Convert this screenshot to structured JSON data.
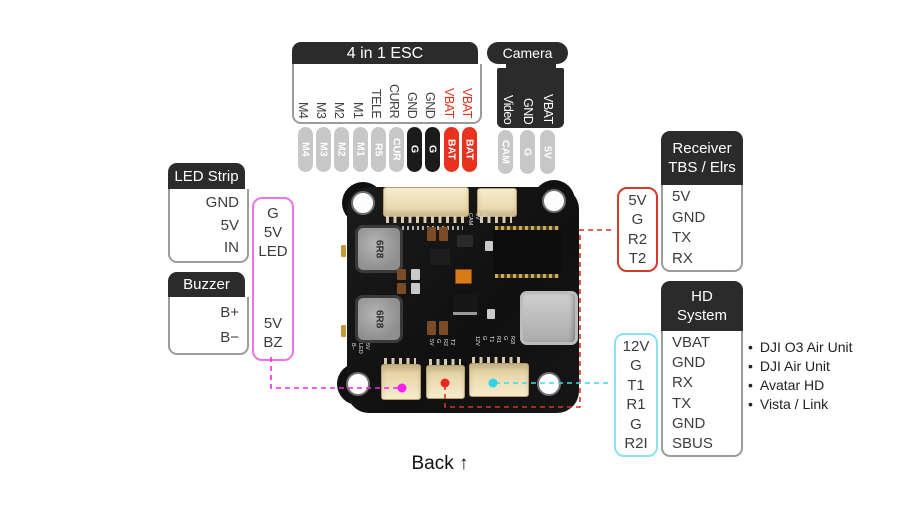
{
  "esc": {
    "title": "4 in 1 ESC",
    "pins": [
      {
        "label": "M4",
        "pad": "M4",
        "type": "gray"
      },
      {
        "label": "M3",
        "pad": "M3",
        "type": "gray"
      },
      {
        "label": "M2",
        "pad": "M2",
        "type": "gray"
      },
      {
        "label": "M1",
        "pad": "M1",
        "type": "gray"
      },
      {
        "label": "TELE",
        "pad": "R5",
        "type": "gray"
      },
      {
        "label": "CURR",
        "pad": "CUR",
        "type": "gray"
      },
      {
        "label": "GND",
        "pad": "G",
        "type": "black"
      },
      {
        "label": "GND",
        "pad": "G",
        "type": "black"
      },
      {
        "label": "VBAT",
        "pad": "BAT",
        "type": "red"
      },
      {
        "label": "VBAT",
        "pad": "BAT",
        "type": "red"
      }
    ]
  },
  "camera": {
    "title": "Camera",
    "pins": [
      {
        "label": "Video",
        "pad": "CAM"
      },
      {
        "label": "GND",
        "pad": "G"
      },
      {
        "label": "VBAT",
        "pad": "5V"
      }
    ]
  },
  "led_strip": {
    "title": "LED Strip",
    "rows": [
      "GND",
      "5V",
      "IN"
    ]
  },
  "buzzer": {
    "title": "Buzzer",
    "rows": [
      "B+",
      "B−"
    ]
  },
  "magenta_pads": {
    "top": [
      "G",
      "5V",
      "LED"
    ],
    "bottom": [
      "5V",
      "BZ"
    ]
  },
  "receiver": {
    "title": "Receiver",
    "subtitle": "TBS / Elrs",
    "pads": [
      "5V",
      "G",
      "R2",
      "T2"
    ],
    "rows": [
      "5V",
      "GND",
      "TX",
      "RX"
    ]
  },
  "hd": {
    "title": "HD",
    "subtitle": "System",
    "pads": [
      "12V",
      "G",
      "T1",
      "R1",
      "G",
      "R2I"
    ],
    "rows": [
      "VBAT",
      "GND",
      "RX",
      "TX",
      "GND",
      "SBUS"
    ],
    "bullet_char": "•",
    "bullets": [
      "DJI O3 Air Unit",
      "DJI Air Unit",
      "Avatar HD",
      "Vista / Link"
    ]
  },
  "board": {
    "silkscreen": {
      "inductor": "6R8",
      "cam_group": [
        "CAM",
        "5V",
        "G"
      ],
      "left_conn": [
        "B−",
        "LED",
        "5V"
      ],
      "mid_conn": [
        "5V",
        "G",
        "R2",
        "T2"
      ],
      "right_conn": [
        "12V",
        "G",
        "T1",
        "R1",
        "G",
        "R2I"
      ]
    }
  },
  "footer": {
    "back_label": "Back ↑"
  },
  "colors": {
    "header_bg": "#2b2b2b",
    "pad_gray": "#c7c7c7",
    "pad_black": "#1b1b1b",
    "pad_red": "#e8311f",
    "vbat_red": "#e0301e",
    "accent_magenta": "#f02ae8",
    "accent_red": "#cf362b",
    "accent_cyan": "#3fd9e8"
  }
}
